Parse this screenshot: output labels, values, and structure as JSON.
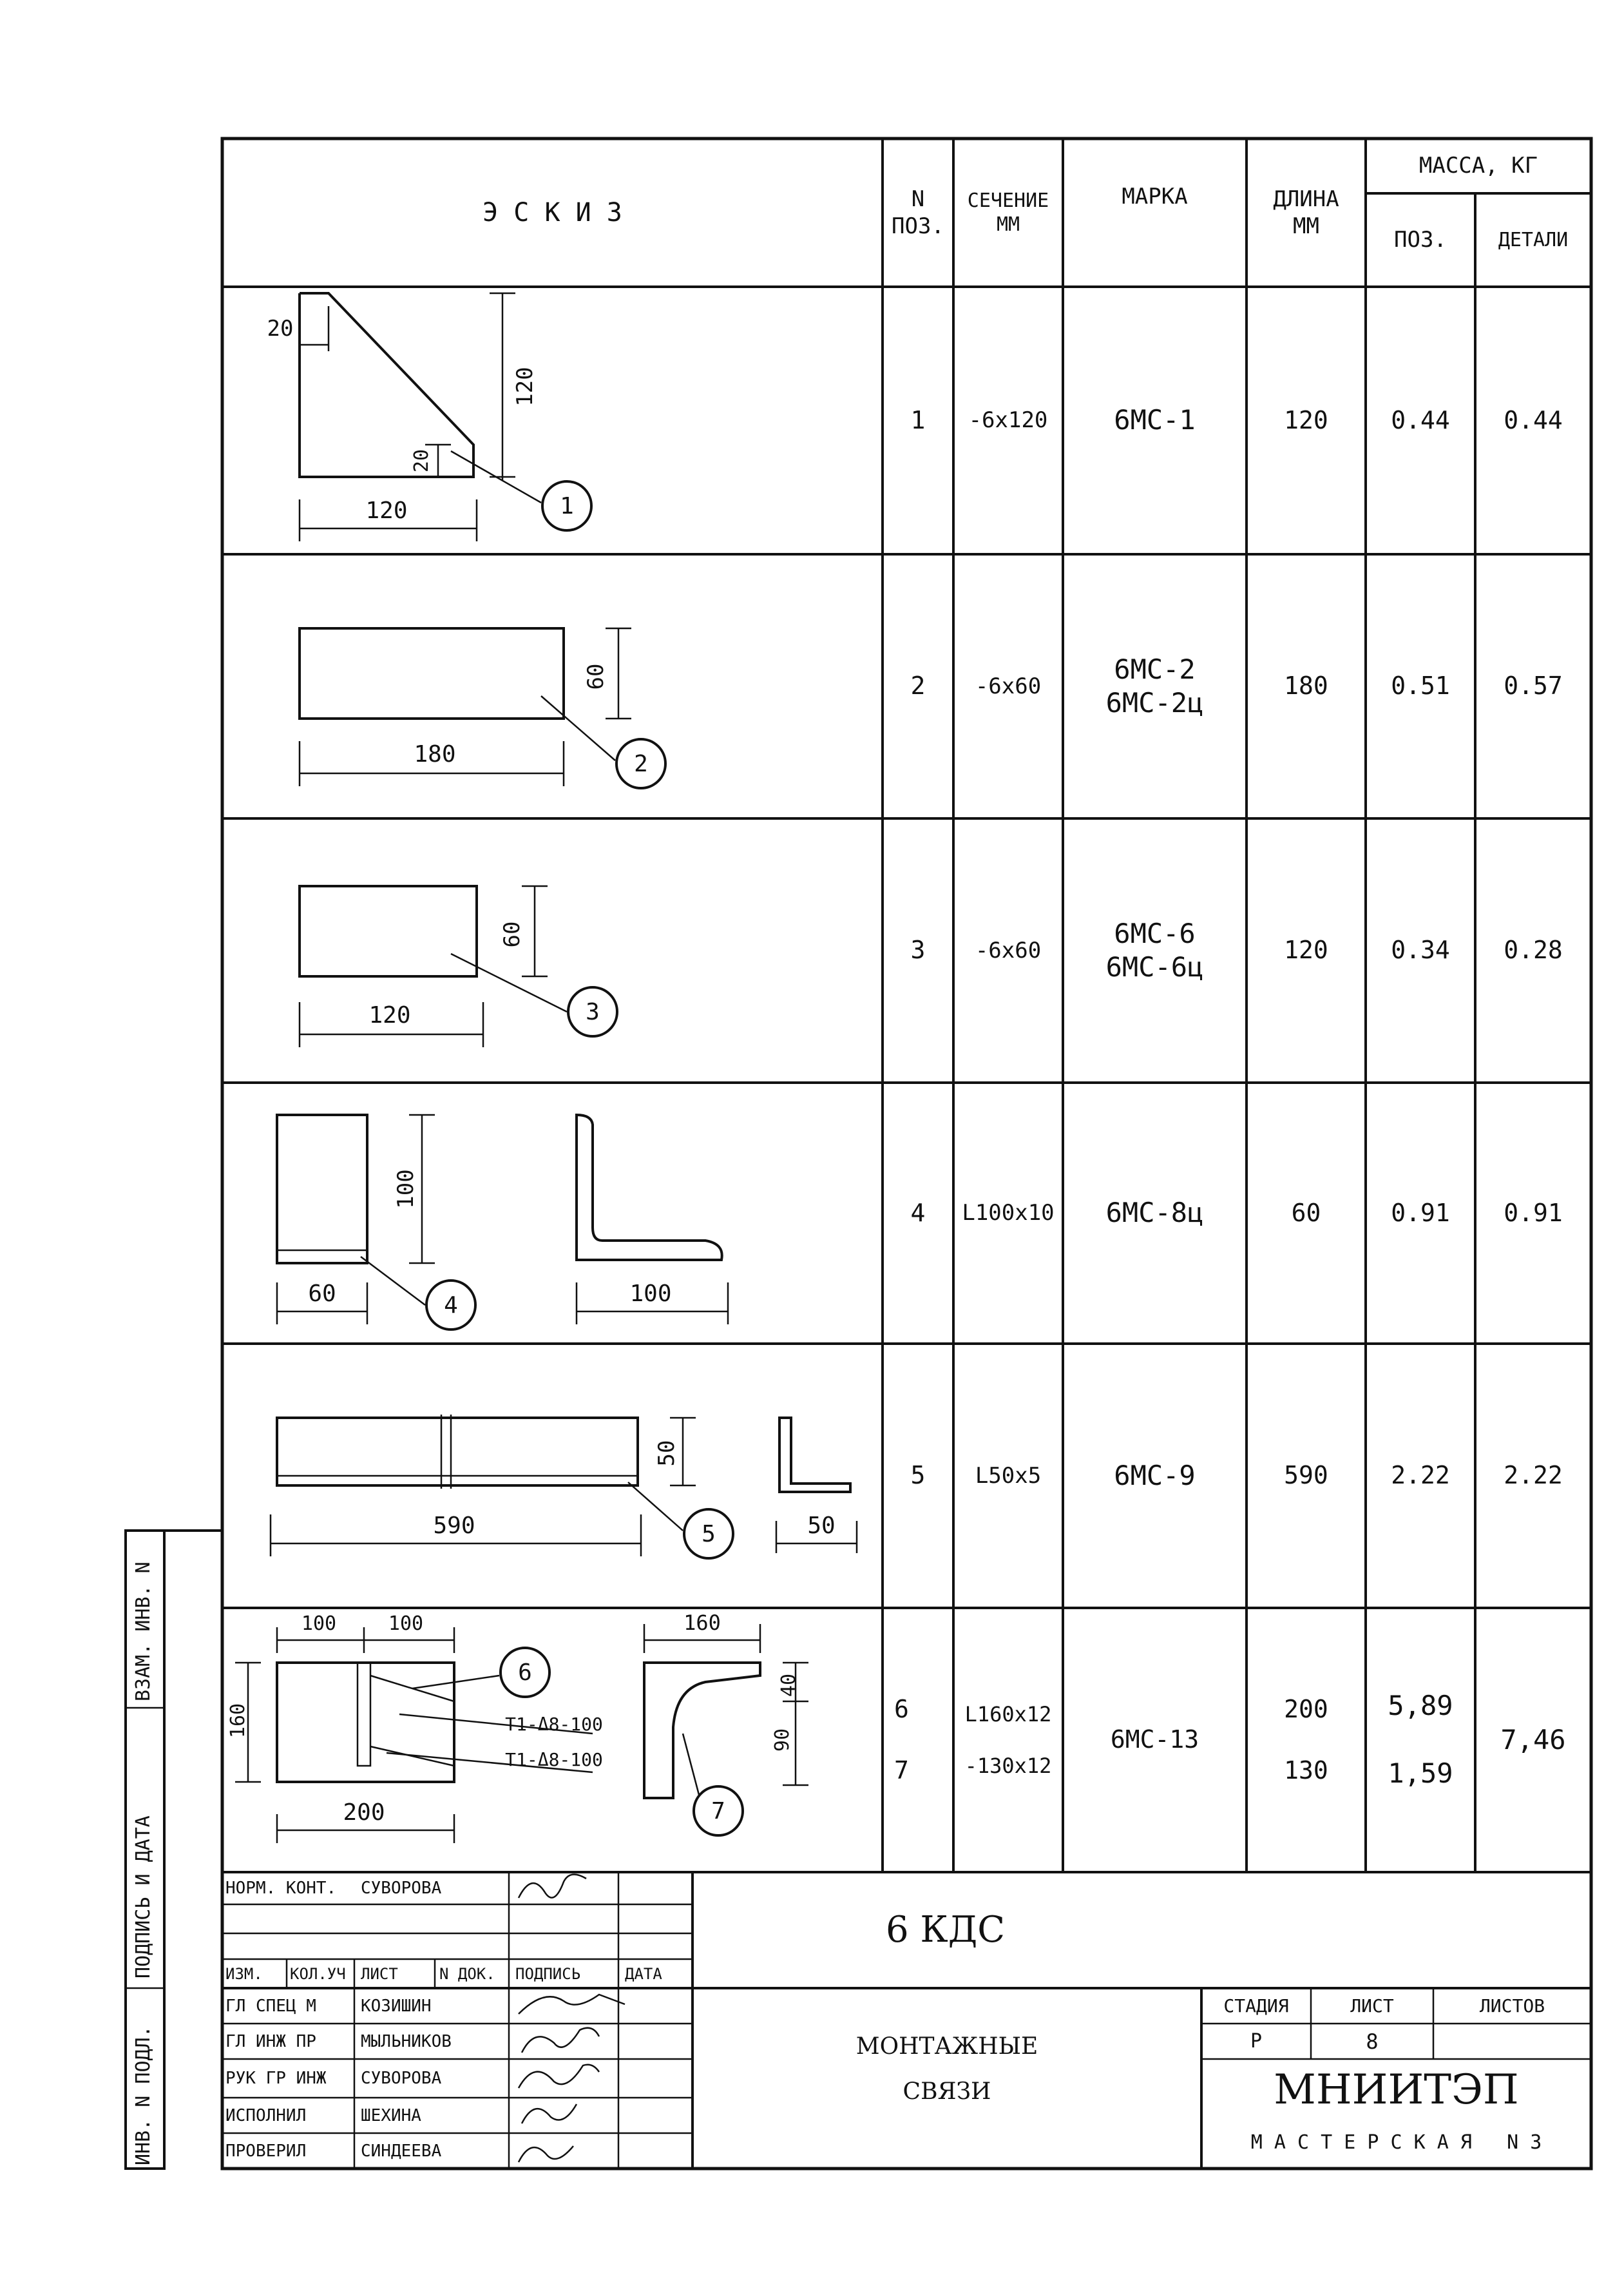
{
  "header": {
    "sketch": "Э С К И З",
    "pos": "N\nПОЗ.",
    "section": "СЕЧЕНИЕ\nММ",
    "mark": "МАРКА",
    "length": "ДЛИНА\nММ",
    "mass": "МАССА, КГ",
    "mass_pos": "ПОЗ.",
    "mass_detail": "ДЕТАЛИ"
  },
  "rows": [
    {
      "pos": "1",
      "section": "-6x120",
      "mark": "6МС-1",
      "length": "120",
      "mass_pos": "0.44",
      "mass_detail": "0.44"
    },
    {
      "pos": "2",
      "section": "-6x60",
      "mark": "6МС-2\n6МС-2ц",
      "length": "180",
      "mass_pos": "0.51",
      "mass_detail": "0.57"
    },
    {
      "pos": "3",
      "section": "-6x60",
      "mark": "6МС-6\n6МС-6ц",
      "length": "120",
      "mass_pos": "0.34",
      "mass_detail": "0.28"
    },
    {
      "pos": "4",
      "section": "L100x10",
      "mark": "6МС-8ц",
      "length": "60",
      "mass_pos": "0.91",
      "mass_detail": "0.91"
    },
    {
      "pos": "5",
      "section": "L50x5",
      "mark": "6МС-9",
      "length": "590",
      "mass_pos": "2.22",
      "mass_detail": "2.22"
    },
    {
      "pos": "6\n\n7",
      "section": "L160x12\n\n-130x12",
      "mark": "6МС-13",
      "length": "200\n\n130",
      "mass_pos": "5,89\n\n1,59",
      "mass_detail": "7,46"
    }
  ],
  "sketches": {
    "s1": {
      "d1": "20",
      "d2": "120",
      "d3": "20",
      "d4": "120",
      "callout": "1"
    },
    "s2": {
      "d1": "60",
      "d2": "180",
      "callout": "2"
    },
    "s3": {
      "d1": "60",
      "d2": "120",
      "callout": "3"
    },
    "s4": {
      "d1": "100",
      "d2": "60",
      "d3": "100",
      "callout": "4"
    },
    "s5": {
      "d1": "50",
      "d2": "590",
      "d3": "50",
      "callout": "5"
    },
    "s6": {
      "d1": "100",
      "d2": "100",
      "d3": "160",
      "d4": "200",
      "d5": "160",
      "d6": "40",
      "d7": "90",
      "weld1": "Т1-Δ8-100",
      "weld2": "Т1-Δ8-100",
      "callout6": "6",
      "callout7": "7"
    }
  },
  "title_block": {
    "norm_kont_label": "НОРМ. КОНТ.",
    "norm_kont_name": "СУВОРОВА",
    "cols": [
      "ИЗМ.",
      "КОЛ.УЧ",
      "ЛИСТ",
      "N ДОК.",
      "ПОДПИСЬ",
      "ДАТА"
    ],
    "doc_code": "6 КДС",
    "roles": [
      {
        "role": "ГЛ СПЕЦ М",
        "name": "КОЗИШИН"
      },
      {
        "role": "ГЛ ИНЖ ПР",
        "name": "МЫЛЬНИКОВ"
      },
      {
        "role": "РУК ГР ИНЖ",
        "name": "СУВОРОВА"
      },
      {
        "role": "ИСПОЛНИЛ",
        "name": "ШЕХИНА"
      },
      {
        "role": "ПРОВЕРИЛ",
        "name": "СИНДЕЕВА"
      }
    ],
    "title_line1": "МОНТАЖНЫЕ",
    "title_line2": "СВЯЗИ",
    "stage_label": "СТАДИЯ",
    "sheet_label": "ЛИСТ",
    "sheets_label": "ЛИСТОВ",
    "stage": "Р",
    "sheet": "8",
    "org": "МНИИТЭП",
    "workshop": "М А С Т Е Р С К А Я   N 3"
  },
  "side_stamp": {
    "inv_podl": "ИНВ. N ПОДЛ.",
    "podpis_data": "ПОДПИСЬ И ДАТА",
    "vzam_inv": "ВЗАМ. ИНВ. N"
  }
}
